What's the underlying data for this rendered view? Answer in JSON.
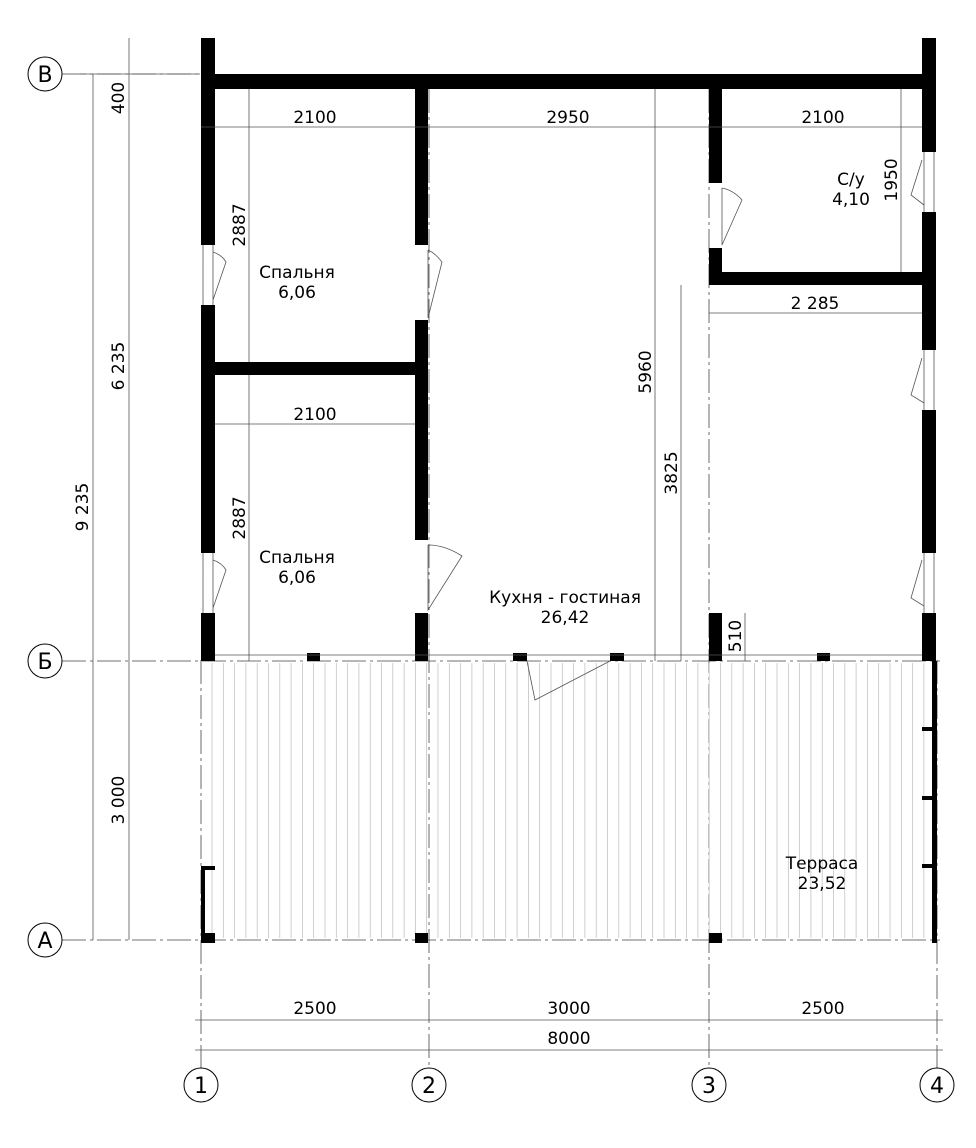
{
  "axes": {
    "rows": [
      "В",
      "Б",
      "А"
    ],
    "columns": [
      "1",
      "2",
      "3",
      "4"
    ]
  },
  "rooms": [
    {
      "name": "Спальня",
      "area": "6,06"
    },
    {
      "name": "Спальня",
      "area": "6,06"
    },
    {
      "name": "Кухня - гостиная",
      "area": "26,42"
    },
    {
      "name": "С/у",
      "area": "4,10"
    },
    {
      "name": "Терраса",
      "area": "23,52"
    }
  ],
  "dimensions": {
    "left_total": "9 235",
    "left_top": "400",
    "left_mid": "6 235",
    "left_bottom": "3 000",
    "top_1": "2100",
    "top_2": "2950",
    "top_3": "2100",
    "bedroom_upper_height": "2887",
    "bedroom_lower_height": "2887",
    "bedroom_lower_width": "2100",
    "kitchen_depth": "5960",
    "hall_depth": "3825",
    "hall_width": "2 285",
    "bath_depth": "1950",
    "step": "510",
    "bottom_1": "2500",
    "bottom_2": "3000",
    "bottom_3": "2500",
    "bottom_total": "8000"
  }
}
